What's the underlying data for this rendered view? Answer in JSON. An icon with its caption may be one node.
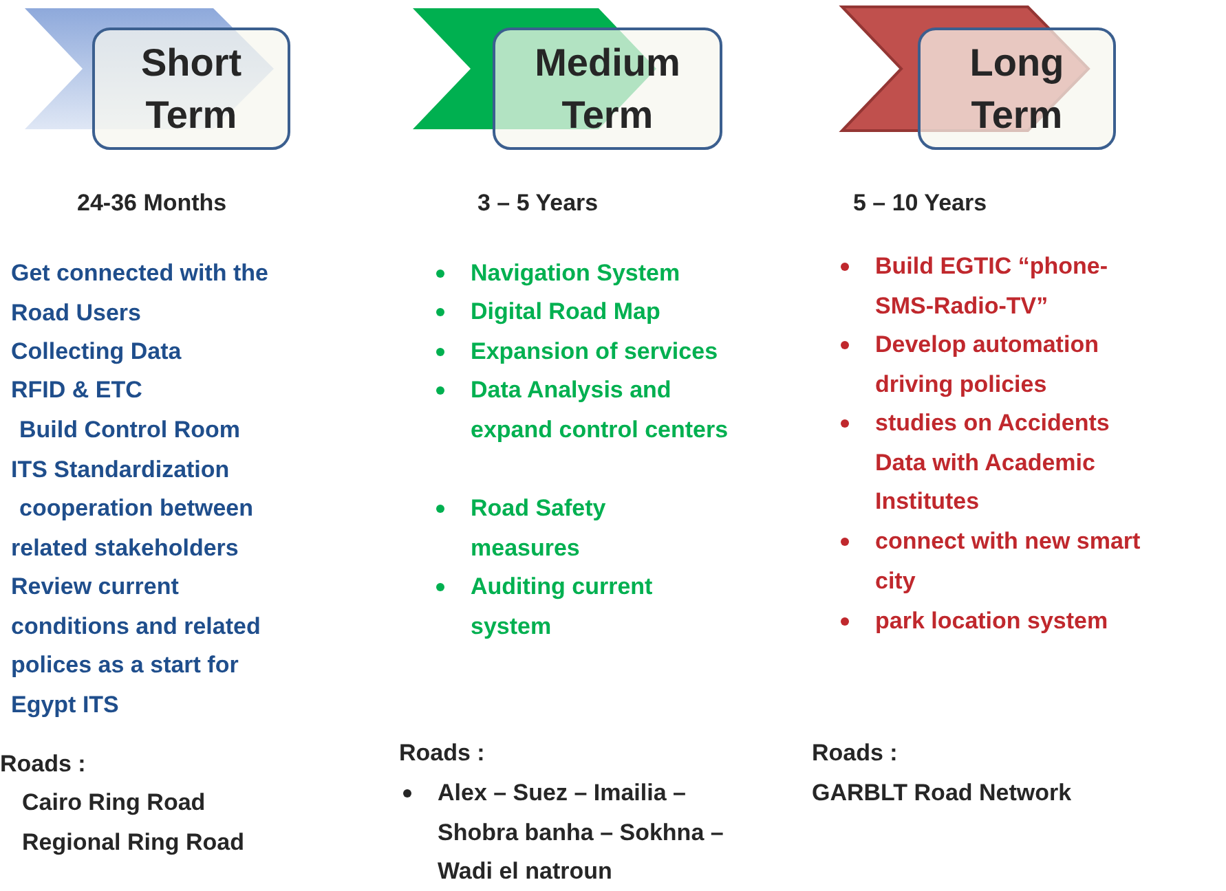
{
  "diagram": {
    "nodes": [
      {
        "text": [
          "Short Term"
        ]
      },
      {
        "text": [
          "Medium Term"
        ]
      },
      {
        "text": [
          "Long Term"
        ]
      }
    ],
    "labels": [
      "24-36 Months",
      "Get connected with the Road Users",
      "Collecting Data",
      "RFID & ETC",
      "Build Control Room",
      "ITS Standardization",
      "cooperation between related stakeholders",
      "Review current conditions and related polices as a start for Egypt ITS",
      "Roads :",
      "Cairo Ring Road",
      "Regional Ring Road",
      "3 – 5 Years",
      "Navigation System",
      "Digital Road Map",
      "Expansion of services",
      "Data Analysis and expand control centers",
      "Road Safety measures",
      "Auditing current system",
      "Roads :",
      "Alex – Suez – Imailia – Shobra banha – Sokhna – Wadi el natroun",
      "5 – 10 Years",
      "Build EGTIC “phone-SMS-Radio-TV”",
      "Develop automation driving policies",
      "studies on Accidents Data with Academic Institutes",
      "connect with new smart city",
      "park location system",
      "Roads :",
      "GARBLT Road Network"
    ]
  }
}
